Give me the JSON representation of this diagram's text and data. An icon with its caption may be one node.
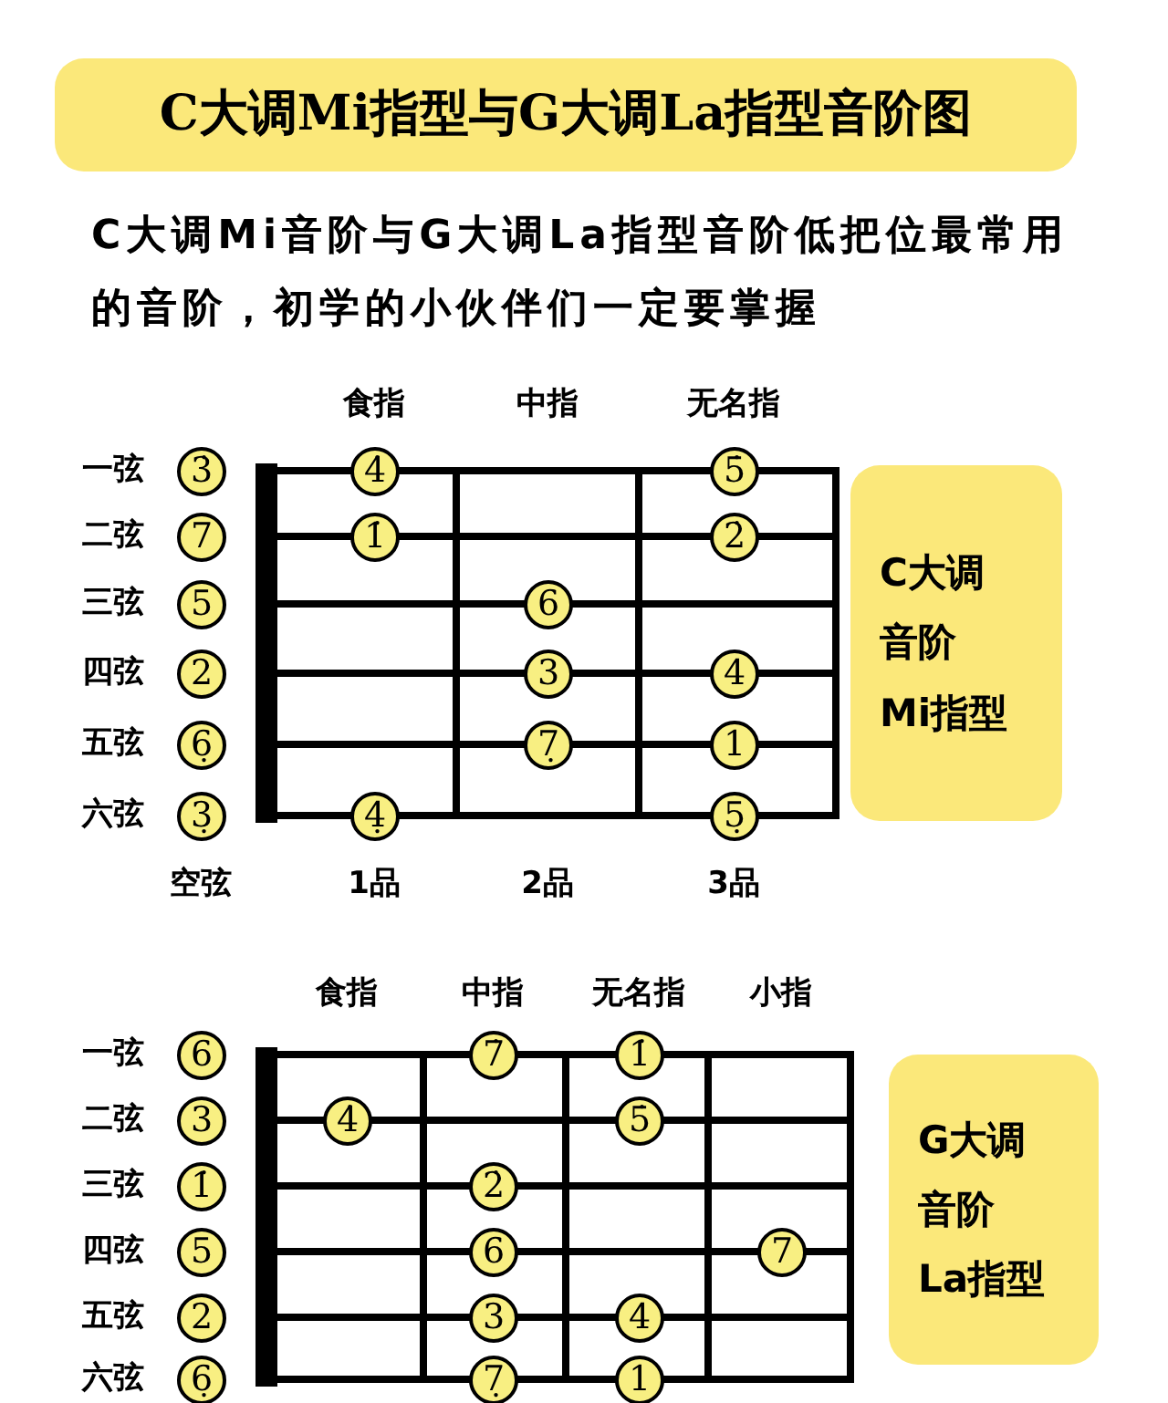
{
  "diagram": {
    "title": "C大调Mi指型与G大调La指型音阶图",
    "nodes": [
      {
        "text": [
          "3̇"
        ]
      },
      {
        "text": [
          "4̇"
        ]
      },
      {
        "text": [
          "5̇"
        ]
      },
      {
        "text": [
          "7"
        ]
      },
      {
        "text": [
          "1̇"
        ]
      },
      {
        "text": [
          "2̇"
        ]
      },
      {
        "text": [
          "5"
        ]
      },
      {
        "text": [
          "6"
        ]
      },
      {
        "text": [
          "2"
        ]
      },
      {
        "text": [
          "3"
        ]
      },
      {
        "text": [
          "4"
        ]
      },
      {
        "text": [
          "6̣"
        ]
      },
      {
        "text": [
          "7̣"
        ]
      },
      {
        "text": [
          "1"
        ]
      },
      {
        "text": [
          "3̣"
        ]
      },
      {
        "text": [
          "4̣"
        ]
      },
      {
        "text": [
          "5̣"
        ]
      },
      {
        "text": [
          "C大调",
          "音阶",
          "Mi指型"
        ]
      },
      {
        "text": [
          "6"
        ]
      },
      {
        "text": [
          "7̇"
        ]
      },
      {
        "text": [
          "1̇"
        ]
      },
      {
        "text": [
          "3"
        ]
      },
      {
        "text": [
          "4̇"
        ]
      },
      {
        "text": [
          "5̇"
        ]
      },
      {
        "text": [
          "1̇"
        ]
      },
      {
        "text": [
          "2̇"
        ]
      },
      {
        "text": [
          "5"
        ]
      },
      {
        "text": [
          "6"
        ]
      },
      {
        "text": [
          "7"
        ]
      },
      {
        "text": [
          "2"
        ]
      },
      {
        "text": [
          "3"
        ]
      },
      {
        "text": [
          "4"
        ]
      },
      {
        "text": [
          "6̣"
        ]
      },
      {
        "text": [
          "7̣"
        ]
      },
      {
        "text": [
          "1"
        ]
      },
      {
        "text": [
          "G大调",
          "音阶",
          "La指型"
        ]
      }
    ],
    "labels": [
      "C大调Mi音阶与G大调La指型音阶低把位最常用的音阶，初学的小伙伴们一定要掌握",
      "食指",
      "中指",
      "无名指",
      "一弦",
      "二弦",
      "三弦",
      "四弦",
      "五弦",
      "六弦",
      "空弦",
      "1品",
      "2品",
      "3品",
      "食指",
      "中指",
      "无名指",
      "小指",
      "一弦",
      "二弦",
      "三弦",
      "四弦",
      "五弦",
      "六弦"
    ]
  }
}
